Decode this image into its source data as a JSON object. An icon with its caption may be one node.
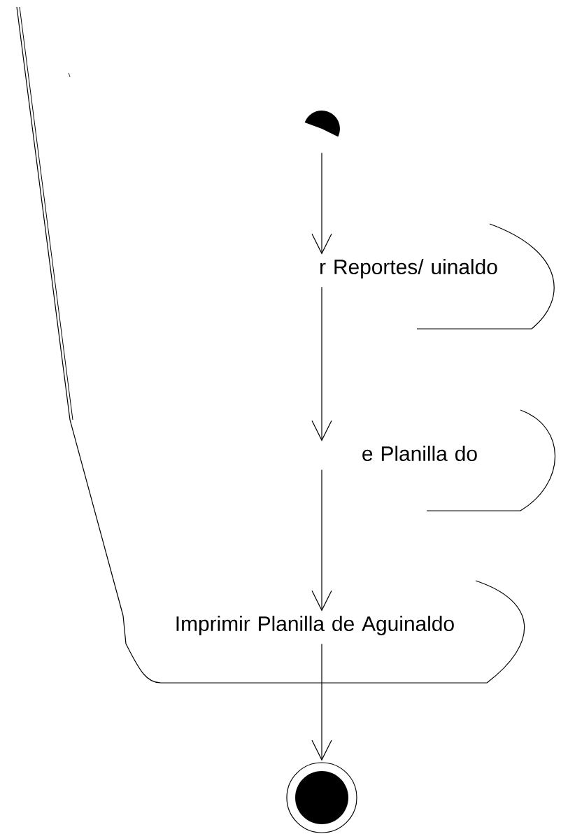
{
  "diagram": {
    "nodes": [
      {
        "text": [],
        "shape": "circle"
      },
      {
        "text": [
          "r Reportes/ uinaldo"
        ]
      },
      {
        "text": [
          "e Planilla do"
        ]
      },
      {
        "text": [
          "Imprimir Planilla de Aguinaldo"
        ]
      },
      {
        "text": [],
        "shape": "circle"
      }
    ],
    "edges": [
      {
        "from": 0,
        "to": 1,
        "arrow": "to"
      },
      {
        "from": 1,
        "to": 2,
        "arrow": "to"
      },
      {
        "from": 2,
        "to": 3,
        "arrow": "to"
      },
      {
        "from": 3,
        "to": 4,
        "arrow": "to"
      }
    ]
  }
}
